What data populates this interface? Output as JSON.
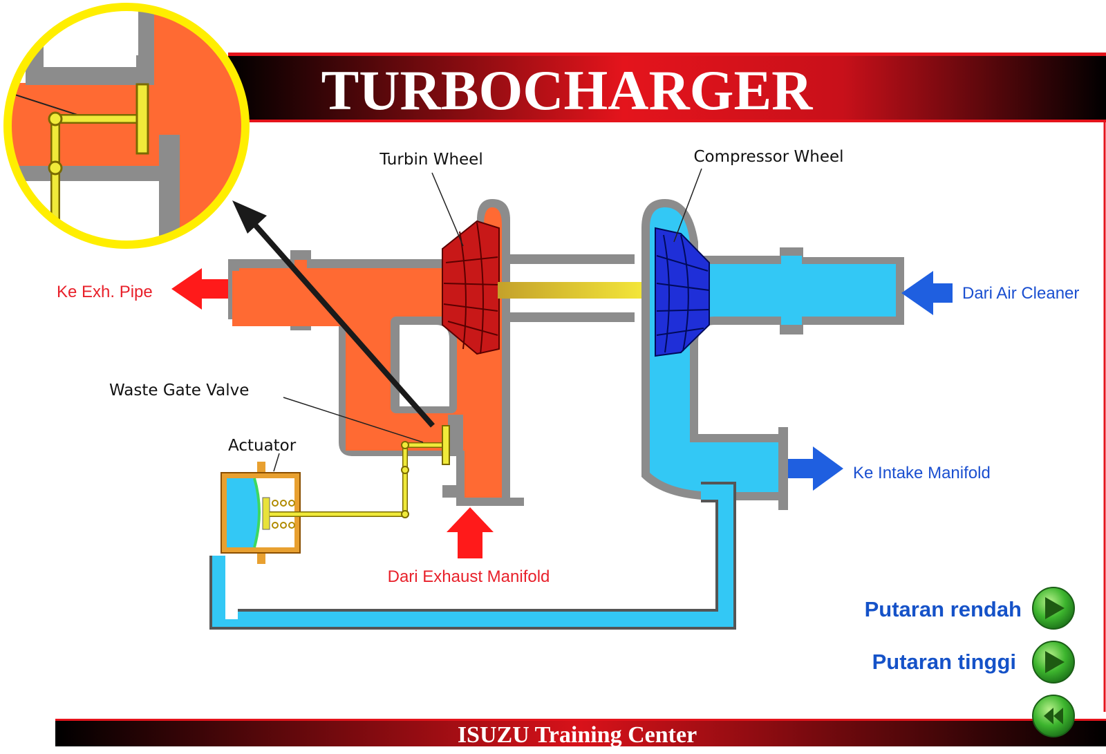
{
  "header": {
    "title": "TURBOCHARGER"
  },
  "footer": {
    "title": "ISUZU Training Center"
  },
  "labels": {
    "turbin_wheel": "Turbin Wheel",
    "compressor_wheel": "Compressor Wheel",
    "waste_gate_valve": "Waste Gate Valve",
    "actuator": "Actuator",
    "ke_exh_pipe": "Ke Exh. Pipe",
    "dari_air_cleaner": "Dari Air Cleaner",
    "ke_intake_manifold": "Ke Intake Manifold",
    "dari_exhaust_manifold": "Dari Exhaust Manifold"
  },
  "buttons": {
    "putaran_rendah": "Putaran rendah",
    "putaran_tinggi": "Putaran tinggi"
  },
  "icons": {
    "play": "play-icon",
    "rewind": "rewind-icon",
    "zoom": "zoom-circle"
  },
  "colors": {
    "exhaust": "#ff6a33",
    "intake": "#33c8f5",
    "housing": "#8c8c8c",
    "shaft": "#e8d23a",
    "turbine_wheel": "#c81818",
    "compressor_wheel": "#1f2fd8",
    "header_red": "#e4141c",
    "arrow_red": "#ff1a1a",
    "arrow_blue": "#1f5fe0",
    "button_green": "#2fa82a",
    "zoom_ring": "#ffee00"
  }
}
